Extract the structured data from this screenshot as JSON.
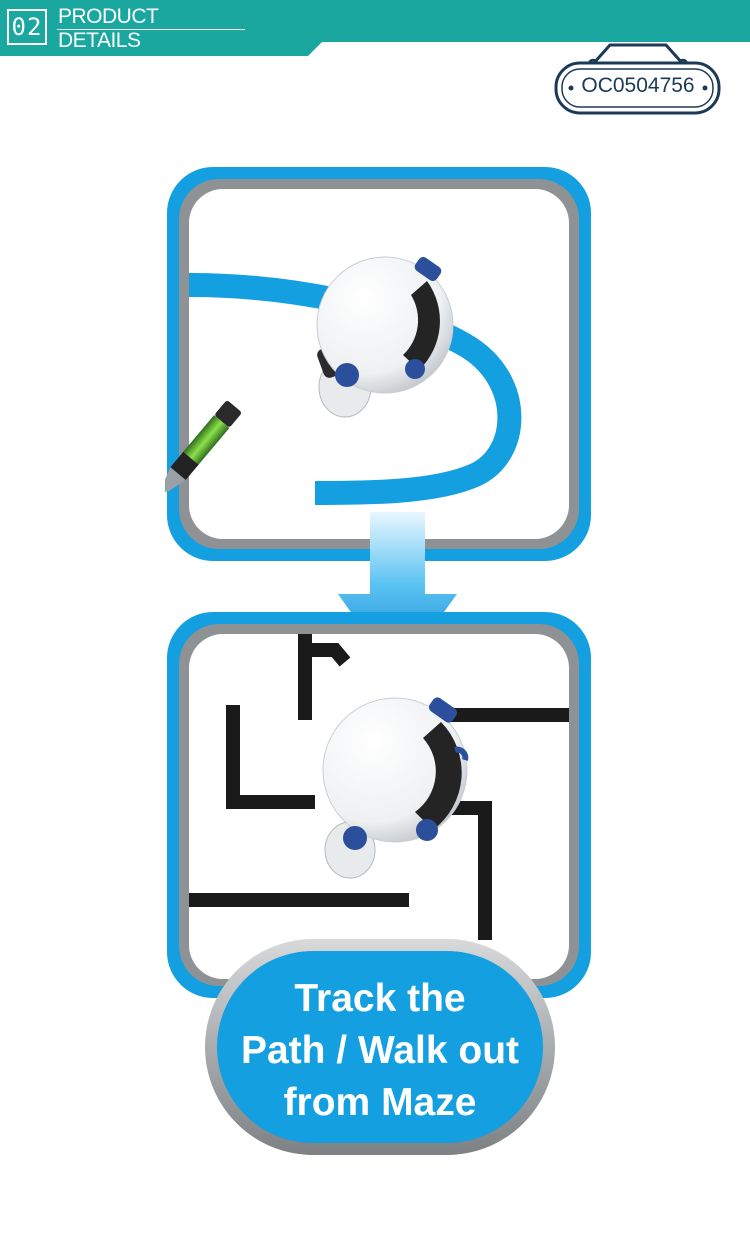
{
  "header": {
    "number": "02",
    "title_line1": "PRODUCT",
    "title_line2": "DETAILS"
  },
  "product_code": "OC0504756",
  "caption": {
    "line1": "Track the",
    "line2": "Path / Walk out",
    "line3": "from Maze"
  },
  "colors": {
    "header_teal": "#19a7a0",
    "accent_blue": "#139fe0",
    "frame_gray": "#8f9295",
    "maze_black": "#1a1a1a"
  },
  "icons": [
    "robot-image",
    "marker-pen-image",
    "down-arrow-icon",
    "hanging-tag-icon"
  ]
}
